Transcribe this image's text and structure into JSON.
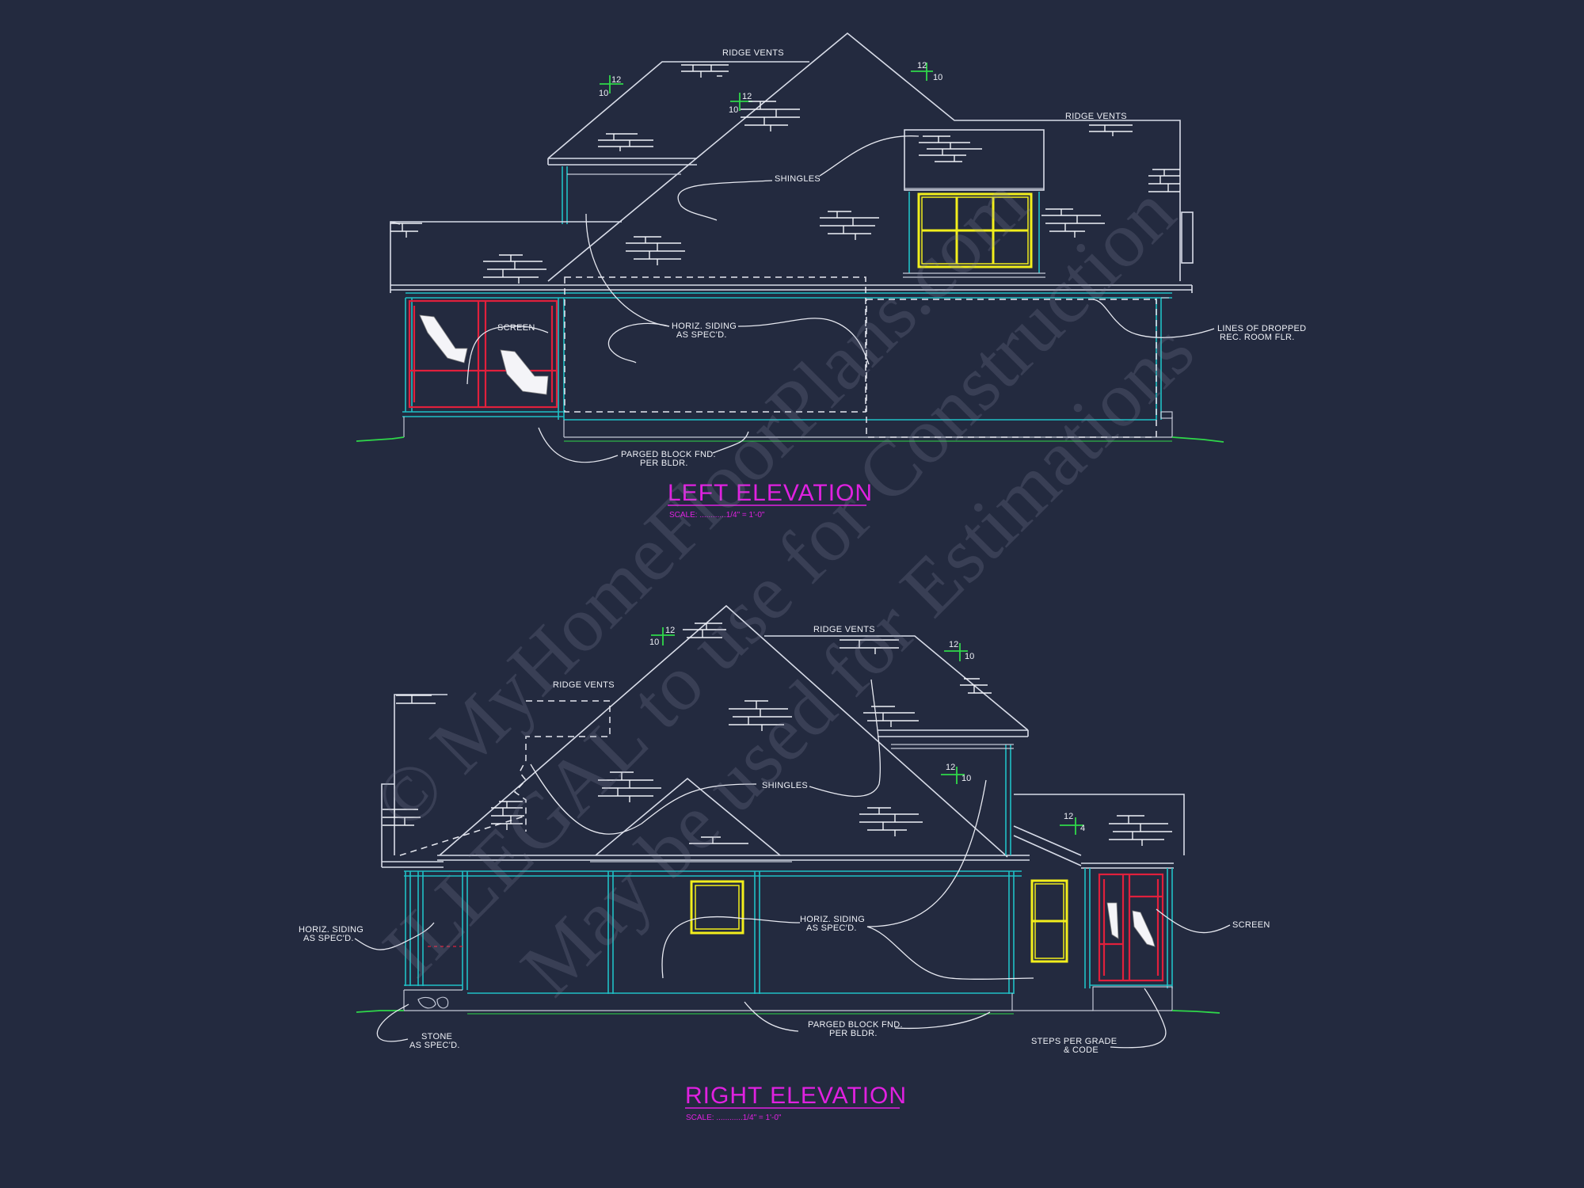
{
  "watermark": {
    "line1": "© MyHomeFloorPlans.com",
    "line2": "ILLEGAL to use for Construction",
    "line3": "May be used for Estimations"
  },
  "left_elevation": {
    "title": "LEFT ELEVATION",
    "scale": "SCALE: ............1/4\" = 1'-0\"",
    "notes": {
      "ridge_vents_1": "RIDGE VENTS",
      "ridge_vents_2": "RIDGE VENTS",
      "shingles": "SHINGLES",
      "screen": "SCREEN",
      "siding_1": "HORIZ. SIDING",
      "siding_2": "AS SPEC'D.",
      "dropped_1": "LINES OF DROPPED",
      "dropped_2": "REC. ROOM FLR.",
      "block_1": "PARGED BLOCK FND.",
      "block_2": "PER BLDR."
    },
    "pitches": [
      {
        "rise": "10",
        "run": "12"
      },
      {
        "rise": "10",
        "run": "12"
      },
      {
        "rise": "10",
        "run": "12"
      }
    ]
  },
  "right_elevation": {
    "title": "RIGHT ELEVATION",
    "scale": "SCALE: ............1/4\" = 1'-0\"",
    "notes": {
      "ridge_vents_1": "RIDGE VENTS",
      "ridge_vents_2": "RIDGE VENTS",
      "shingles": "SHINGLES",
      "siding_l1": "HORIZ. SIDING",
      "siding_l2": "AS SPEC'D.",
      "siding_c1": "HORIZ. SIDING",
      "siding_c2": "AS SPEC'D.",
      "screen": "SCREEN",
      "stone_1": "STONE",
      "stone_2": "AS SPEC'D.",
      "block_1": "PARGED BLOCK FND.",
      "block_2": "PER BLDR.",
      "steps_1": "STEPS PER GRADE",
      "steps_2": "& CODE"
    },
    "pitches": [
      {
        "rise": "10",
        "run": "12"
      },
      {
        "rise": "10",
        "run": "12"
      },
      {
        "rise": "10",
        "run": "12"
      },
      {
        "rise": "4",
        "run": "12"
      }
    ]
  },
  "colors": {
    "background": "#232a3f",
    "outline": "#d8dce8",
    "trim": "#1fc0c6",
    "grade": "#2fd84a",
    "window": "#f2ee1c",
    "screen_door": "#e0203c",
    "title": "#e021e0"
  }
}
